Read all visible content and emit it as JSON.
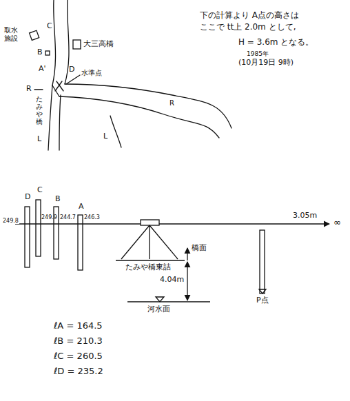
{
  "diagram": {
    "labels": [
      "取水施設",
      "C",
      "B",
      "A'",
      "D",
      "大三高橋",
      "水準点",
      "R",
      "たみや橋",
      "L",
      "R",
      "L",
      "下の計算より A点の高さは",
      "ここで tt上 2.0m として,",
      "H = 3.6m となる。",
      "1985年",
      "(10月19日 9時)",
      "D",
      "C",
      "B",
      "A",
      "249.8",
      "249.9",
      "244.7",
      "246.3",
      "3.05m",
      "∞",
      "たみや橋東詰",
      "橋面",
      "4.04m",
      "河水面",
      "P点",
      "ℓA = 164.5",
      "ℓB = 210.3",
      "ℓC = 260.5",
      "ℓD = 235.2"
    ]
  }
}
